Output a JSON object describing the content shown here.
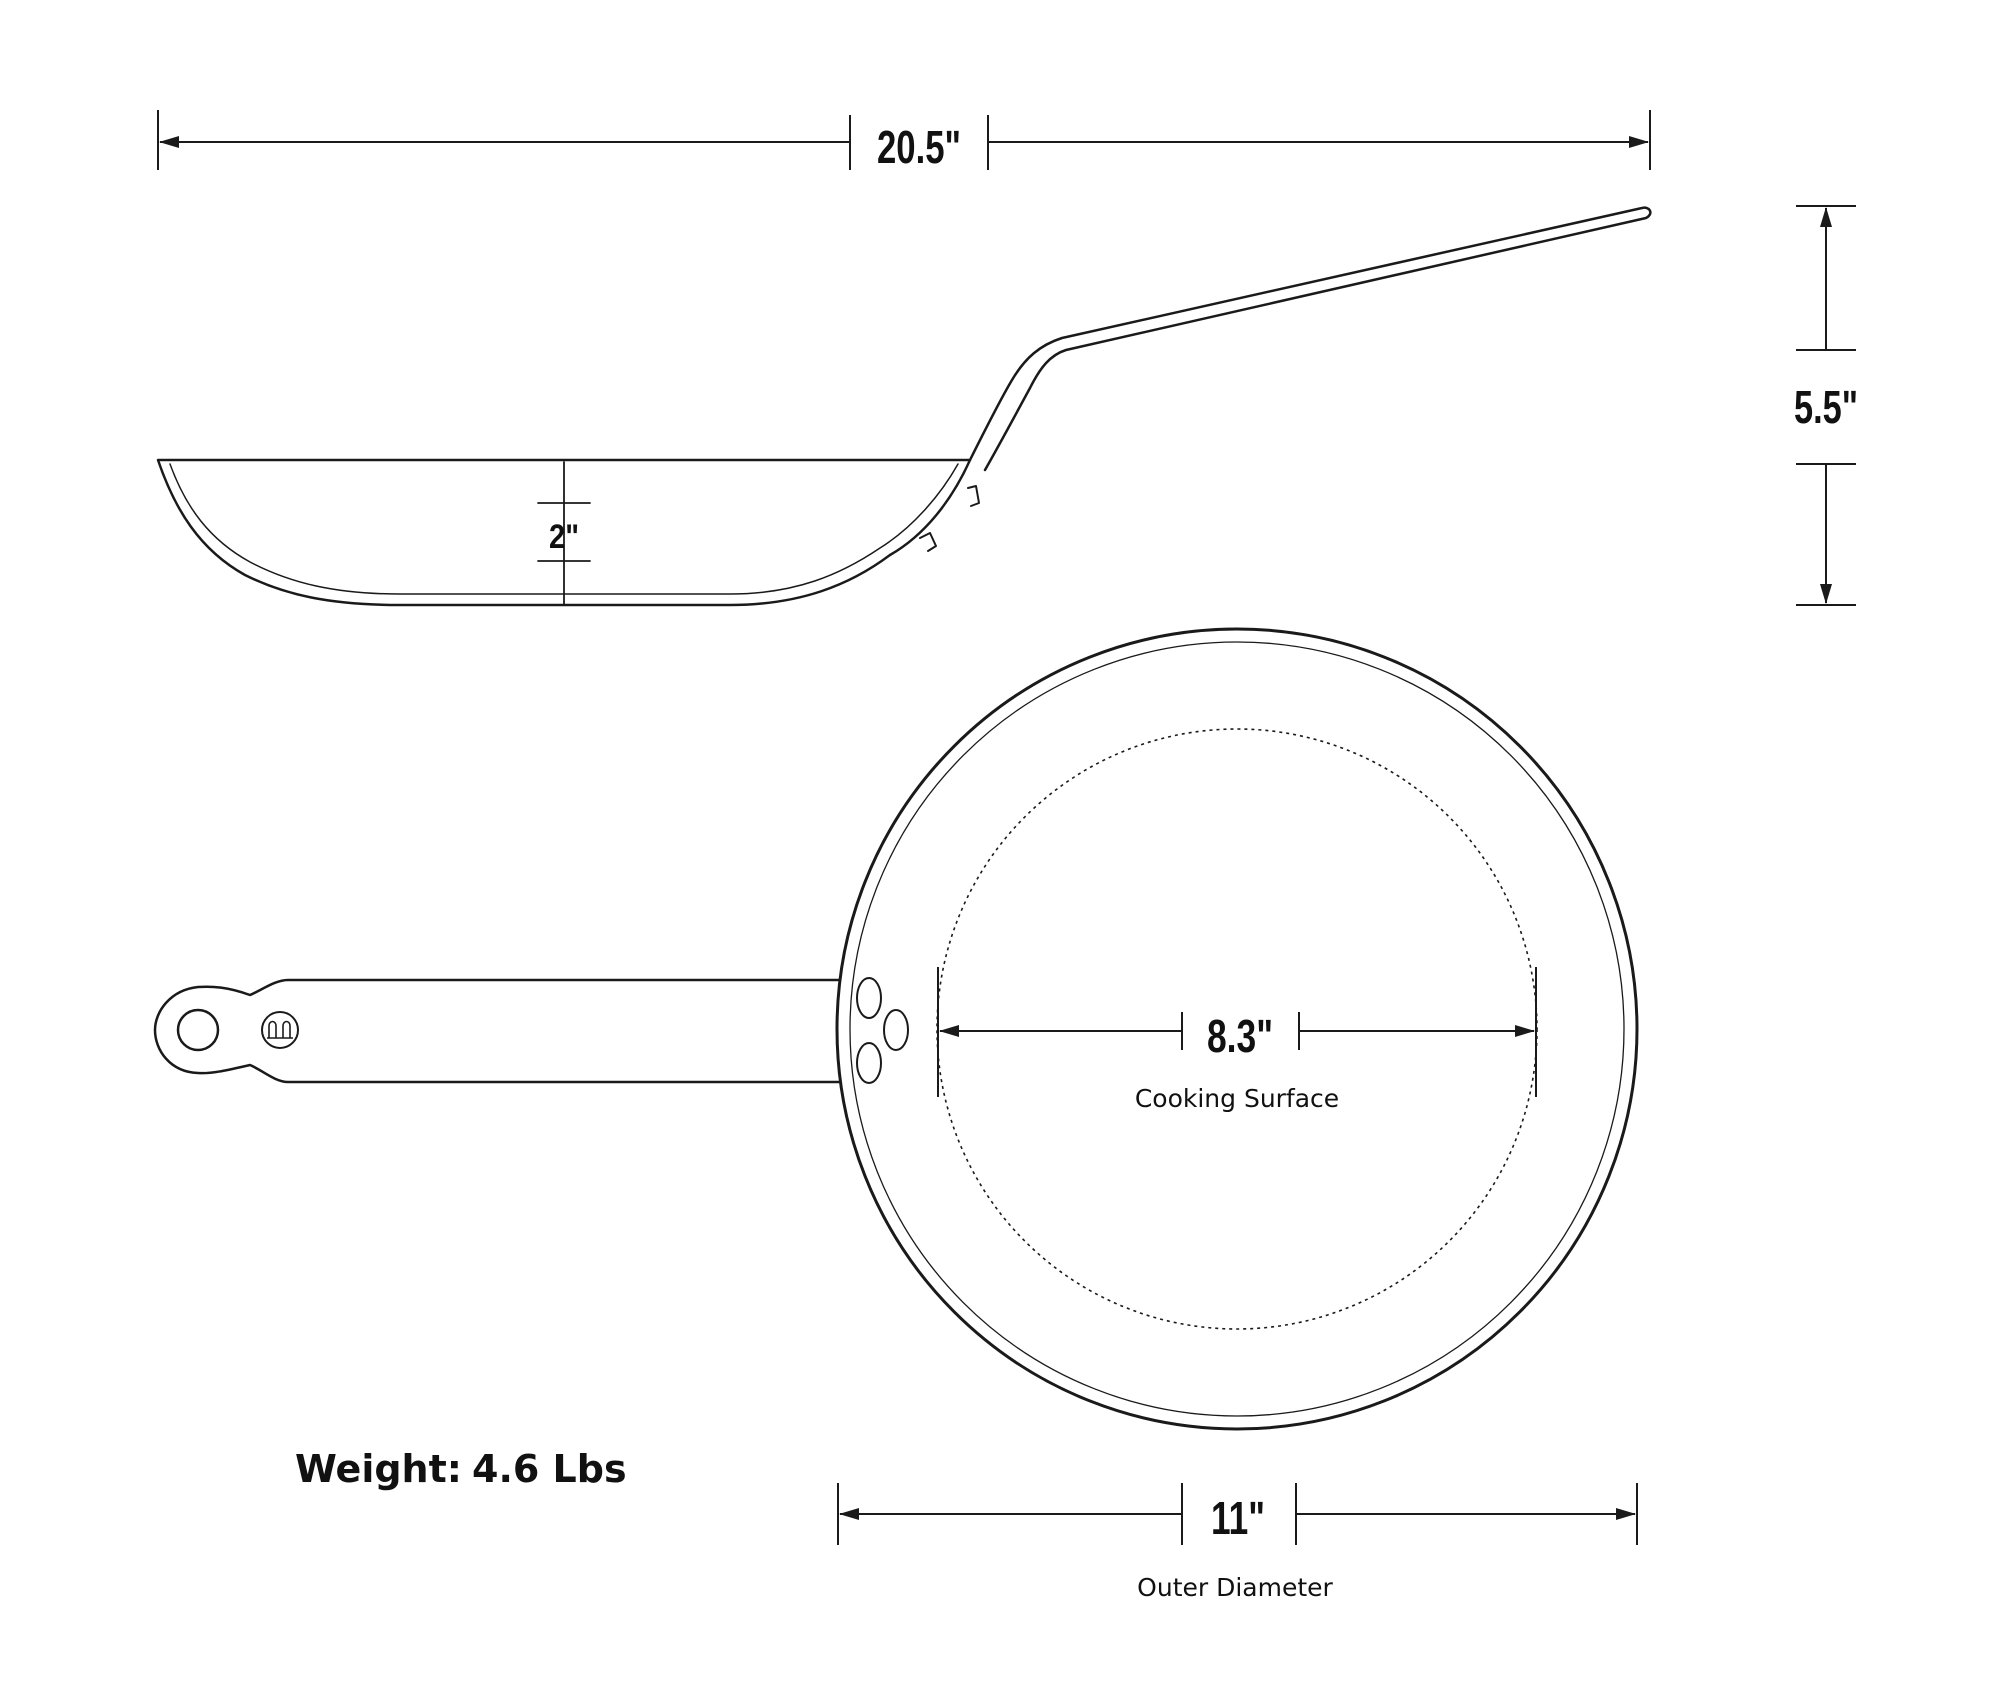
{
  "colors": {
    "line": "#1a1a1a",
    "background": "#ffffff"
  },
  "dimensions": {
    "overall_length": "20.5\"",
    "handle_height": "5.5\"",
    "pan_depth": "2\"",
    "cooking_surface": "8.3\"",
    "outer_diameter": "11\""
  },
  "captions": {
    "cooking_surface": "Cooking Surface",
    "outer_diameter": "Outer Diameter"
  },
  "weight": {
    "label": "Weight:",
    "value": "4.6 Lbs"
  },
  "icons": {
    "arrow": "arrow-head-icon",
    "logo": "brand-logo-icon"
  }
}
